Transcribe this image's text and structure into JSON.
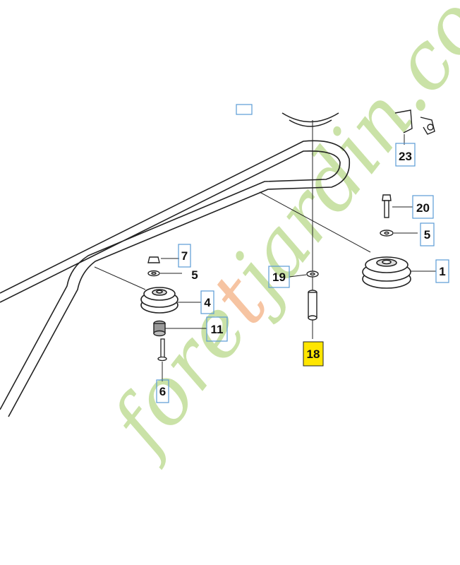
{
  "diagram": {
    "callouts": [
      {
        "id": "c23",
        "label": "23",
        "highlight": false
      },
      {
        "id": "c20",
        "label": "20",
        "highlight": false
      },
      {
        "id": "c5a",
        "label": "5",
        "highlight": false
      },
      {
        "id": "c1",
        "label": "1",
        "highlight": false
      },
      {
        "id": "c7",
        "label": "7",
        "highlight": false
      },
      {
        "id": "c5b",
        "label": "5",
        "highlight": false
      },
      {
        "id": "c19",
        "label": "19",
        "highlight": false
      },
      {
        "id": "c4",
        "label": "4",
        "highlight": false
      },
      {
        "id": "c11",
        "label": "11",
        "highlight": false
      },
      {
        "id": "c18",
        "label": "18",
        "highlight": true
      },
      {
        "id": "c6",
        "label": "6",
        "highlight": false
      }
    ],
    "colors": {
      "line": "#222222",
      "callout_frame": "#5b9bd5",
      "highlight_fill": "#ffe600",
      "watermark_green": "#b9d98a",
      "watermark_orange": "#f4b183"
    },
    "watermark": {
      "part1": "fore",
      "part2": "t",
      "part3": "jardin.com"
    }
  }
}
